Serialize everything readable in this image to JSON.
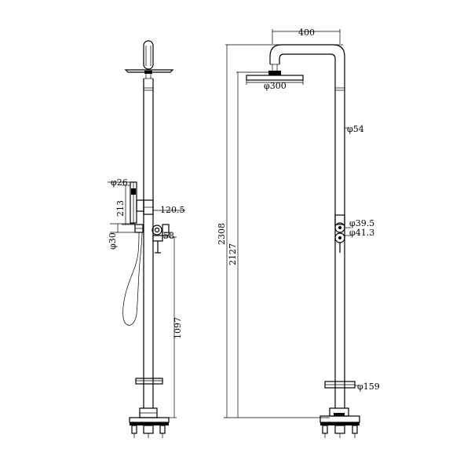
{
  "side_view": {
    "dimensions": {
      "hand_shower_diameter": "φ26",
      "holder_height": "213",
      "holder_offset": "120.5",
      "elbow_diameter": "φ30",
      "valve_offset": "58",
      "valve_height": "1097"
    }
  },
  "front_view": {
    "dimensions": {
      "arm_reach": "400",
      "head_diameter": "φ300",
      "riser_diameter": "φ54",
      "total_height": "2308",
      "head_height": "2127",
      "handle_diameter_a": "φ39.5",
      "handle_diameter_b": "φ41.3",
      "base_diameter": "φ159"
    }
  }
}
